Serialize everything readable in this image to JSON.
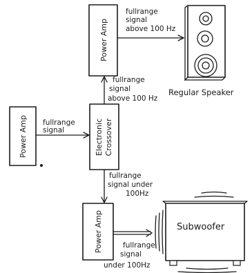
{
  "diagram": {
    "nodes": {
      "power_amp_top": "Power Amp",
      "power_amp_left": "Power Amp",
      "power_amp_bottom": "Power Amp",
      "crossover_line1": "Electronic",
      "crossover_line2": "Crossover",
      "speaker_label": "Regular Speaker",
      "subwoofer_label": "Subwoofer"
    },
    "edges": {
      "amp_to_crossover": [
        "fullrange",
        "signal"
      ],
      "top_amp_to_speaker": [
        "fullrange",
        "signal",
        "above 100 Hz"
      ],
      "crossover_to_top_amp": [
        "fullrange",
        "signal",
        "above 100 Hz"
      ],
      "crossover_to_bottom_amp": [
        "fullrange",
        "signal under",
        "100Hz"
      ],
      "bottom_amp_to_subwoofer": [
        "fullrange",
        "signal",
        "under 100Hz"
      ]
    }
  }
}
